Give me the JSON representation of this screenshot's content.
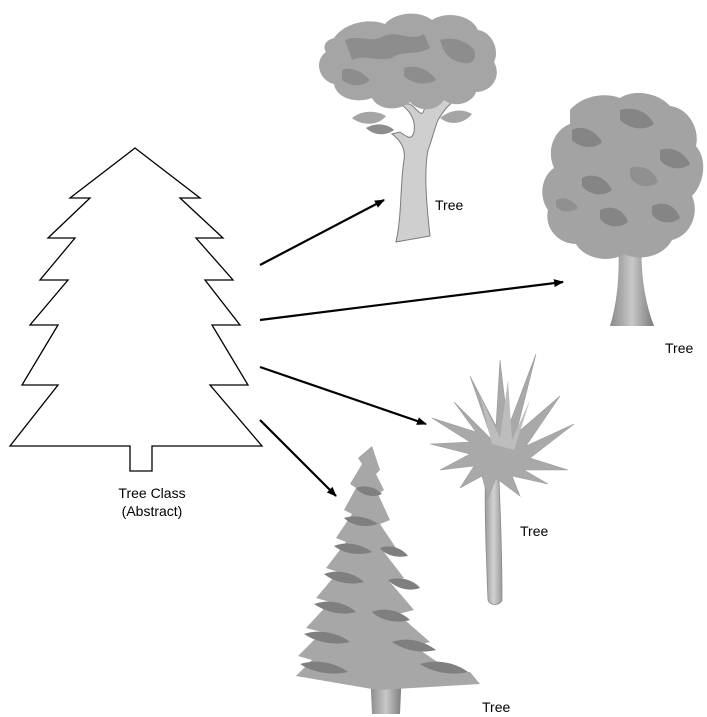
{
  "abstract_class": {
    "line1": "Tree Class",
    "line2": "(Abstract)"
  },
  "instances": [
    {
      "label": "Tree"
    },
    {
      "label": "Tree"
    },
    {
      "label": "Tree"
    },
    {
      "label": "Tree"
    }
  ],
  "colors": {
    "outline": "#000000",
    "foliage": "#a5a5a5",
    "foliage_dark": "#7d7d7d",
    "foliage_light": "#c4c4c4",
    "trunk": "#b4b4b4",
    "trunk_dark": "#8c8c8c"
  }
}
